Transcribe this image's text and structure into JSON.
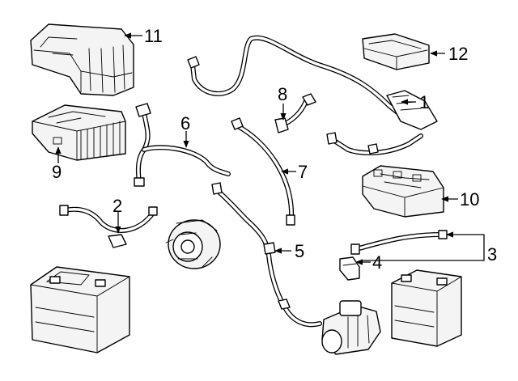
{
  "callouts": [
    "1",
    "2",
    "3",
    "4",
    "5",
    "6",
    "7",
    "8",
    "9",
    "10",
    "11",
    "12"
  ],
  "colors": {
    "line": "#000000",
    "background": "#ffffff"
  }
}
